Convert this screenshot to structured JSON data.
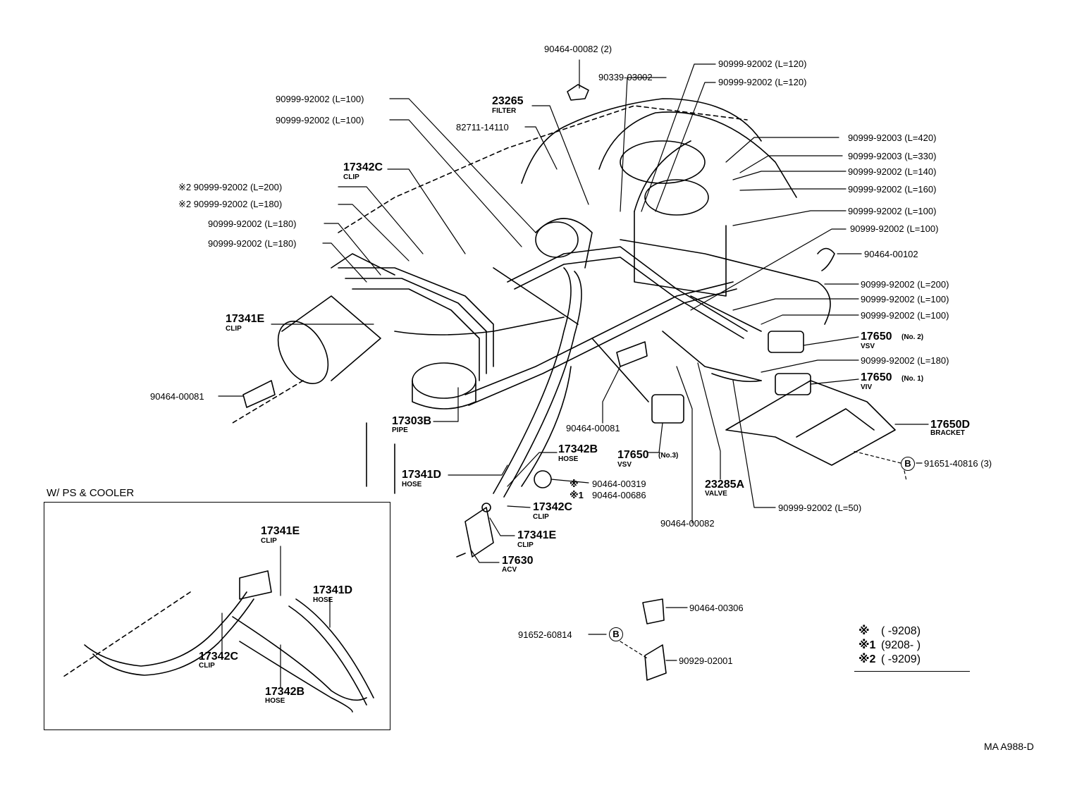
{
  "inset": {
    "title": "W/ PS & COOLER"
  },
  "footer": {
    "code": "MA  A988-D"
  },
  "circle_letter": "B",
  "legend": [
    {
      "mark": "※",
      "text": "(      -9208)"
    },
    {
      "mark": "※1",
      "text": "(9208-       )"
    },
    {
      "mark": "※2",
      "text": "(      -9209)"
    }
  ],
  "labels": {
    "l01": "90464-00082 (2)",
    "l02": "90999-92002 (L=120)",
    "l03": "90339-03002",
    "l04": "90999-92002 (L=120)",
    "l05": "90999-92002  (L=100)",
    "l06": "23265",
    "l06s": "FILTER",
    "l07": "90999-92002 (L=100)",
    "l08": "82711-14110",
    "l09": "90999-92003 (L=420)",
    "l10": "90999-92003 (L=330)",
    "l11": "90999-92002 (L=140)",
    "l12": "17342C",
    "l12s": "CLIP",
    "l13": "※2 90999-92002 (L=200)",
    "l14": "90999-92002 (L=160)",
    "l15": "※2 90999-92002 (L=180)",
    "l16": "90999-92002 (L=100)",
    "l17": "90999-92002 (L=180)",
    "l18": "90999-92002 (L=100)",
    "l19": "90999-92002 (L=180)",
    "l20": "90464-00102",
    "l21": "90999-92002 (L=200)",
    "l22": "90999-92002 (L=100)",
    "l23": "17341E",
    "l23s": "CLIP",
    "l24": "90999-92002 (L=100)",
    "l25": "17650",
    "l25n": "(No. 2)",
    "l25s": "VSV",
    "l26": "90999-92002 (L=180)",
    "l27": "90464-00081",
    "l28": "17650",
    "l28n": "(No. 1)",
    "l28s": "VIV",
    "l29": "17303B",
    "l29s": "PIPE",
    "l30": "90464-00081",
    "l31": "17650D",
    "l31s": "BRACKET",
    "l32": "17342B",
    "l32s": "HOSE",
    "l33": "17650",
    "l33n": "(No.3)",
    "l33s": "VSV",
    "l34": "91651-40816 (3)",
    "l35": "17341D",
    "l35s": "HOSE",
    "l36": "※",
    "l36p": "90464-00319",
    "l37": "※1",
    "l37p": "90464-00686",
    "l38": "23285A",
    "l38s": "VALVE",
    "l39": "17342C",
    "l39s": "CLIP",
    "l40": "90999-92002 (L=50)",
    "l41": "90464-00082",
    "l42": "17341E",
    "l42s": "CLIP",
    "l43": "17630",
    "l43s": "ACV",
    "l44": "90464-00306",
    "l45": "91652-60814",
    "l46": "90929-02001",
    "i1": "17341E",
    "i1s": "CLIP",
    "i2": "17341D",
    "i2s": "HOSE",
    "i3": "17342C",
    "i3s": "CLIP",
    "i4": "17342B",
    "i4s": "HOSE"
  }
}
